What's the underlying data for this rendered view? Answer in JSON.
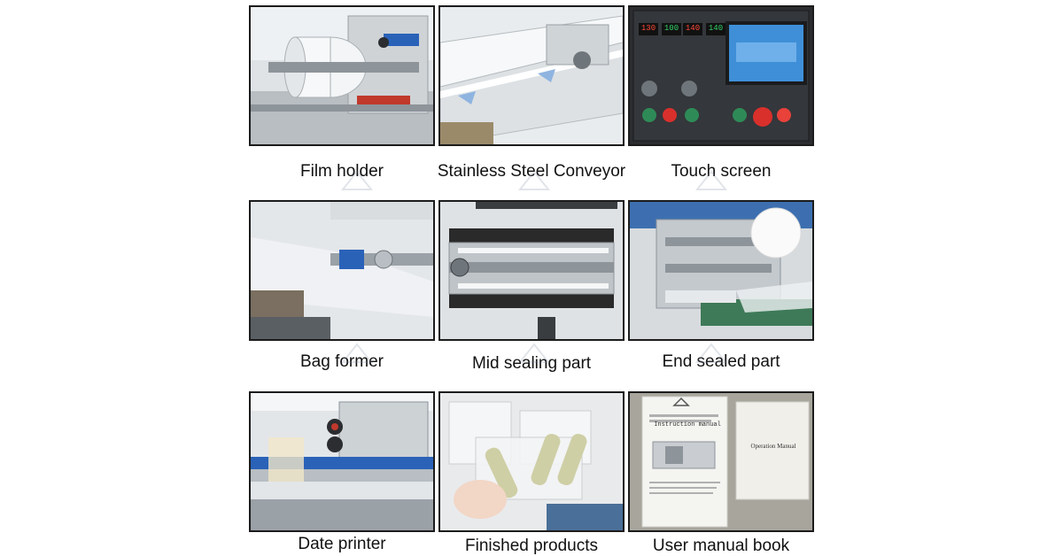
{
  "captions": {
    "film_holder": "Film holder",
    "conveyor": "Stainless Steel Conveyor",
    "touch_screen": "Touch screen",
    "bag_former": "Bag former",
    "mid_sealing": "Mid sealing part",
    "end_sealed": "End sealed part",
    "date_printer": "Date printer",
    "finished_products": "Finished products",
    "manual": "User manual book"
  },
  "touch_screen_panel": {
    "display_left": "130",
    "display_left_sub": "100",
    "display_right": "140",
    "display_right_sub": "140"
  },
  "manual_book": {
    "left_title": "Instruction manual",
    "right_title": "Operation Manual"
  },
  "colors": {
    "border": "#1c1c1c",
    "caption_text": "#111111",
    "metal": "#c9ccd0",
    "panel_dark": "#2b2d30",
    "button_green": "#2e8b57",
    "button_red": "#d9302c",
    "screen_blue": "#3f8fd8",
    "roller_blue": "#2a62b8",
    "sealer_bristle": "#2a2a2a"
  },
  "icons": {
    "watermark": "brand-logo-watermark-icon"
  }
}
